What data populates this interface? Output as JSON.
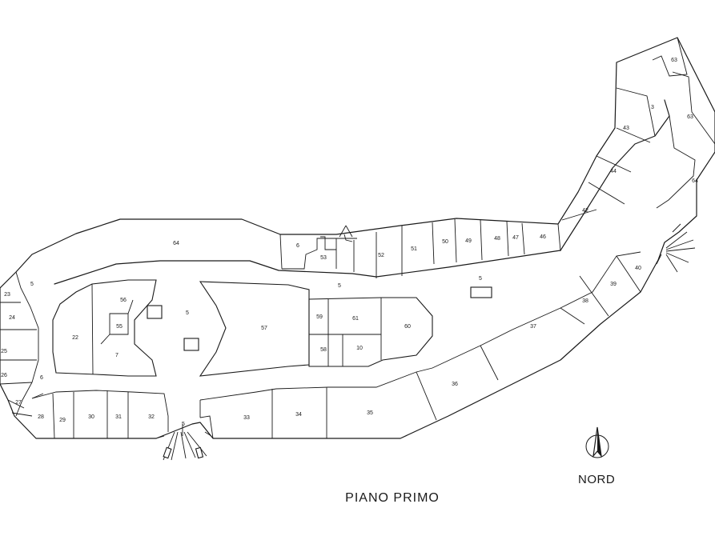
{
  "plan": {
    "title": "PIANO PRIMO",
    "north_label": "NORD"
  },
  "units": [
    {
      "id": "u63a",
      "label": "63"
    },
    {
      "id": "u3",
      "label": "3"
    },
    {
      "id": "u43",
      "label": "43"
    },
    {
      "id": "u63b",
      "label": "63"
    },
    {
      "id": "u44",
      "label": "44"
    },
    {
      "id": "u42",
      "label": "42"
    },
    {
      "id": "u64",
      "label": "64"
    },
    {
      "id": "u64b",
      "label": "64"
    },
    {
      "id": "u5a",
      "label": "5"
    },
    {
      "id": "u6",
      "label": "6"
    },
    {
      "id": "u53",
      "label": "53"
    },
    {
      "id": "u52",
      "label": "52"
    },
    {
      "id": "u51",
      "label": "51"
    },
    {
      "id": "u50",
      "label": "50"
    },
    {
      "id": "u49",
      "label": "49"
    },
    {
      "id": "u48",
      "label": "48"
    },
    {
      "id": "u47",
      "label": "47"
    },
    {
      "id": "u46",
      "label": "46"
    },
    {
      "id": "u5b",
      "label": "5"
    },
    {
      "id": "u5c",
      "label": "5"
    },
    {
      "id": "u23",
      "label": "23"
    },
    {
      "id": "u24",
      "label": "24"
    },
    {
      "id": "u25",
      "label": "25"
    },
    {
      "id": "u26",
      "label": "26"
    },
    {
      "id": "u27",
      "label": "27"
    },
    {
      "id": "u28",
      "label": "28"
    },
    {
      "id": "u29",
      "label": "29"
    },
    {
      "id": "u30",
      "label": "30"
    },
    {
      "id": "u31",
      "label": "31"
    },
    {
      "id": "u32",
      "label": "32"
    },
    {
      "id": "u33",
      "label": "33"
    },
    {
      "id": "u34",
      "label": "34"
    },
    {
      "id": "u35",
      "label": "35"
    },
    {
      "id": "u36",
      "label": "36"
    },
    {
      "id": "u37",
      "label": "37"
    },
    {
      "id": "u38",
      "label": "38"
    },
    {
      "id": "u39",
      "label": "39"
    },
    {
      "id": "u40",
      "label": "40"
    },
    {
      "id": "u22",
      "label": "22"
    },
    {
      "id": "u7",
      "label": "7"
    },
    {
      "id": "u55",
      "label": "55"
    },
    {
      "id": "u56",
      "label": "56"
    },
    {
      "id": "u5d",
      "label": "5"
    },
    {
      "id": "u57",
      "label": "57"
    },
    {
      "id": "u59",
      "label": "59"
    },
    {
      "id": "u61",
      "label": "61"
    },
    {
      "id": "u60",
      "label": "60"
    },
    {
      "id": "u58",
      "label": "58"
    },
    {
      "id": "u10",
      "label": "10"
    },
    {
      "id": "u6b",
      "label": "6"
    },
    {
      "id": "u5e",
      "label": "5"
    }
  ]
}
